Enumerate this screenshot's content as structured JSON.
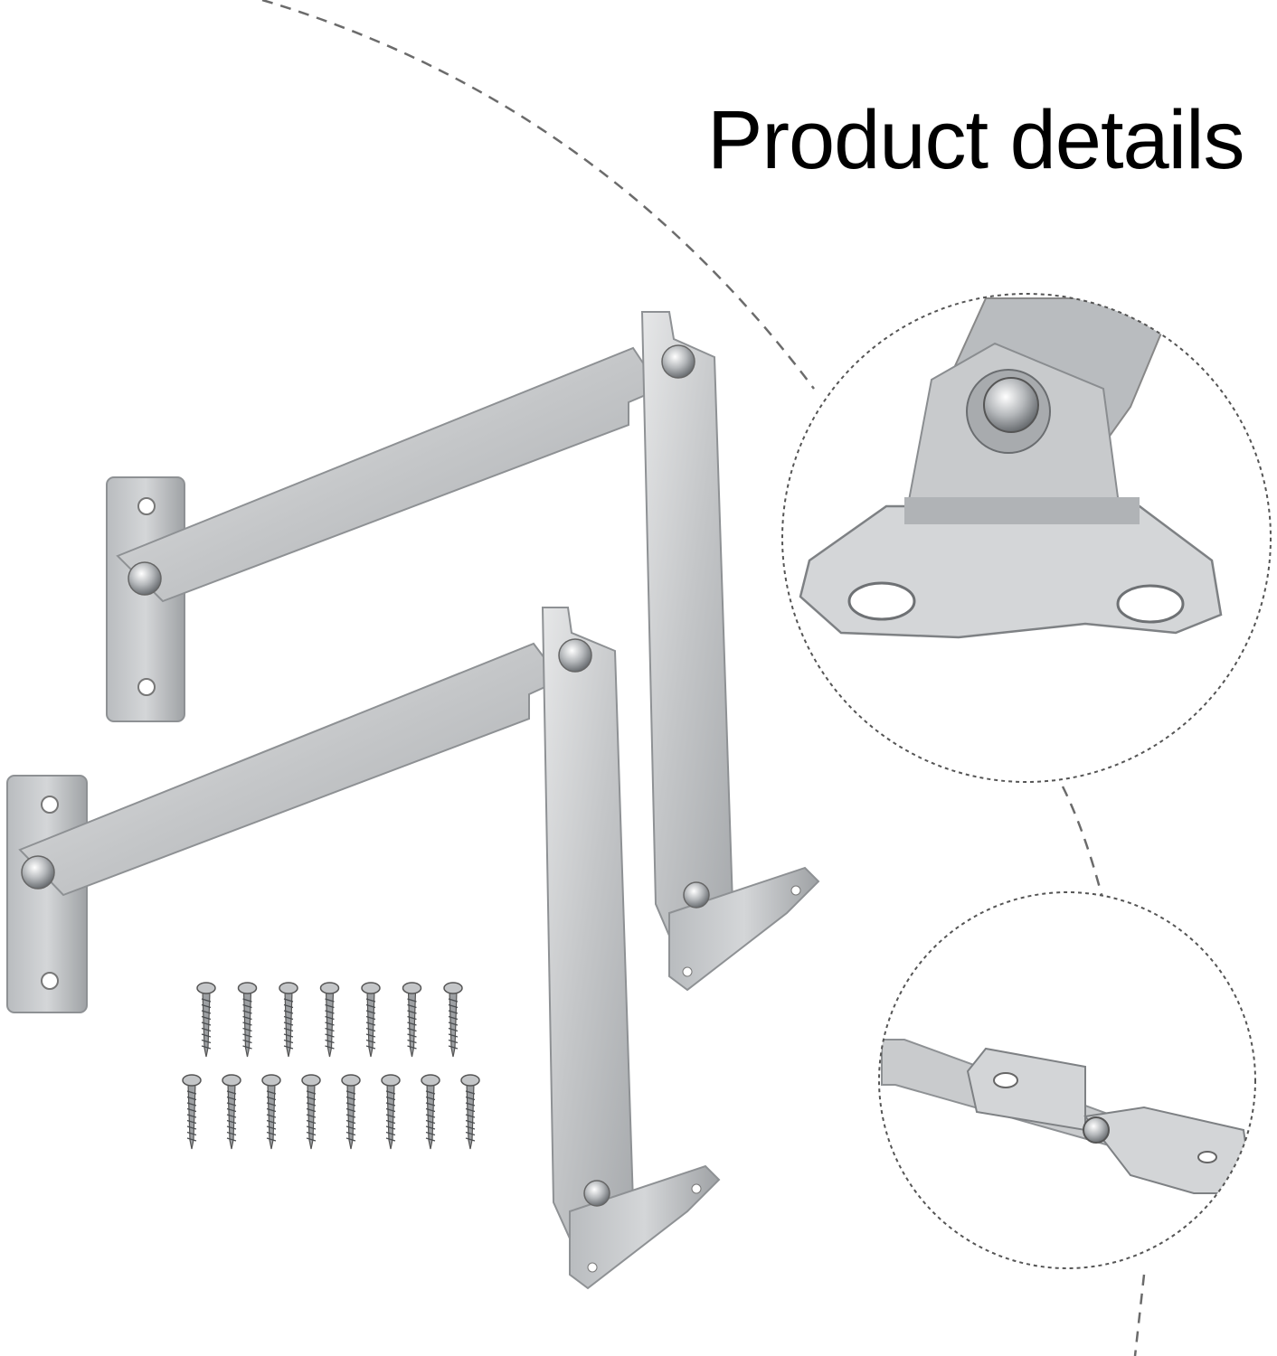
{
  "header": {
    "title": "Product details"
  },
  "product": {
    "items": [
      {
        "name": "stay-hinge-bracket"
      },
      {
        "name": "stay-hinge-bracket"
      }
    ],
    "screws": {
      "top_row_count": 7,
      "bottom_row_count": 8
    }
  },
  "details": [
    {
      "name": "detail-pivot-closeup"
    },
    {
      "name": "detail-bracket-closeup"
    }
  ],
  "colors": {
    "background": "#ffffff",
    "metal": "#c9cbcd",
    "metal_shadow": "#8e9194",
    "dashed_line": "#6b6b6b",
    "text": "#000000"
  }
}
